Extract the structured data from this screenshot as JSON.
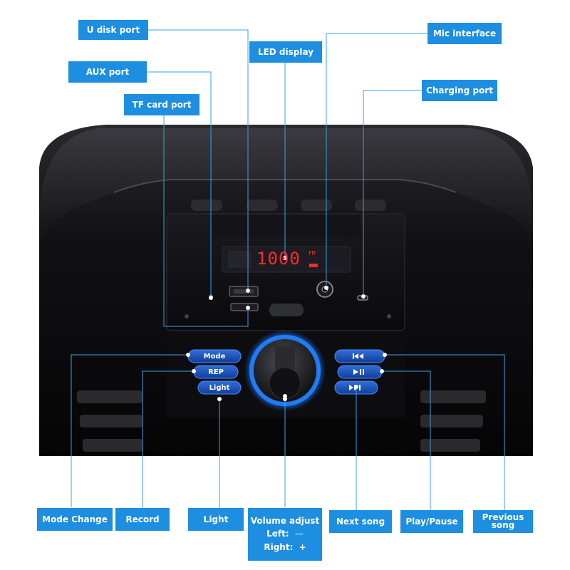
{
  "callouts": {
    "u_disk_port": "U disk port",
    "led_display": "LED display",
    "mic_interface": "Mic interface",
    "aux_port": "AUX port",
    "charging_port": "Charging port",
    "tf_card_port": "TF card port",
    "mode_change": "Mode Change",
    "record": "Record",
    "light": "Light",
    "volume_adjust": {
      "title": "Volume adjust",
      "left_label": "Left:",
      "left_symbol": "—",
      "right_label": "Right:",
      "right_symbol": "+"
    },
    "next_song": "Next song",
    "play_pause": "Play/Pause",
    "previous_song": {
      "line1": "Previous",
      "line2": "song"
    }
  },
  "panel": {
    "led_digits": "1000",
    "led_band": "FM",
    "button_mode": "Mode",
    "button_rep": "REP",
    "button_light": "Light"
  },
  "colors": {
    "callout_blue": "#1d8ee0",
    "leader_line": "#3aa0e8",
    "speaker_body": "#0d0d0f",
    "led_red": "#ff2a2a",
    "knob_ring": "#1e7dff"
  },
  "icons": [
    "previous-track-icon",
    "play-pause-icon",
    "next-track-icon"
  ]
}
